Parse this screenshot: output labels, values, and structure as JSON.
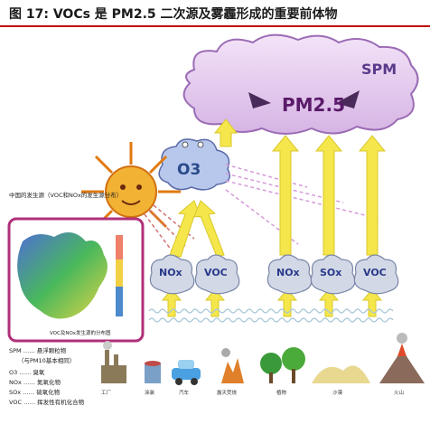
{
  "title": "图 17: VOCs 是 PM2.5 二次源及雾霾形成的重要前体物",
  "diagram": {
    "spm_label": "SPM",
    "pm_label": "PM2.5",
    "o3_label": "O3",
    "gases_left": [
      "NOx",
      "VOC"
    ],
    "gases_right": [
      "NOx",
      "SOx",
      "VOC"
    ],
    "map_title": "中国的发生源（VOC和NOx的发生源分布）",
    "map_caption": "VOC及NOx发生源的分布图",
    "legend": [
      {
        "key": "SPM",
        "desc": "悬浮颗粒物"
      },
      {
        "key": "",
        "desc": "（与PM10基本相同）"
      },
      {
        "key": "O3",
        "desc": "臭氧"
      },
      {
        "key": "NOx",
        "desc": "氮氧化物"
      },
      {
        "key": "SOx",
        "desc": "硫氧化物"
      },
      {
        "key": "VOC",
        "desc": "挥发性有机化合物"
      }
    ],
    "sources": [
      "工厂",
      "涂装",
      "汽车",
      "露天焚烧",
      "植物",
      "沙漠",
      "火山"
    ]
  },
  "colors": {
    "accent_red": "#c00000",
    "cloud_pink": "#e6c8f0",
    "arrow_yellow": "#f5e64b",
    "map_frame": "#b0307a"
  }
}
